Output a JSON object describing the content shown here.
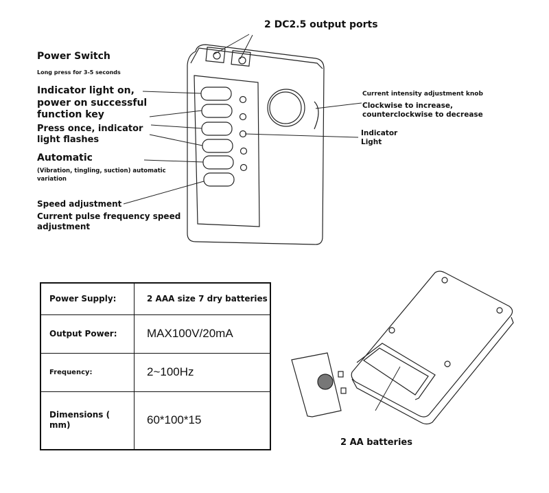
{
  "labels": {
    "ports": "2 DC2.5 output ports",
    "power_switch": "Power Switch",
    "long_press": "Long press for 3-5 seconds",
    "indicator_on_1": "Indicator light on,",
    "indicator_on_2": "power on successful",
    "indicator_on_3": "function key",
    "press_once_1": "Press once, indicator",
    "press_once_2": "light flashes",
    "automatic": "Automatic",
    "auto_desc_1": "(Vibration, tingling, suction) automatic",
    "auto_desc_2": "variation",
    "speed": "Speed adjustment",
    "speed_desc_1": "Current pulse frequency speed",
    "speed_desc_2": "adjustment",
    "knob": "Current intensity adjustment knob",
    "knob_desc_1": "Clockwise to increase,",
    "knob_desc_2": "counterclockwise to decrease",
    "indicator_1": "Indicator",
    "indicator_2": "Light",
    "batteries": "2 AA batteries"
  },
  "specs": [
    {
      "key": "Power Supply:",
      "value": "2 AAA size 7 dry batteries"
    },
    {
      "key": "Output Power:",
      "value": "MAX100V/20mA"
    },
    {
      "key": "Frequency:",
      "value": "2~100Hz"
    },
    {
      "key": "Dimensions ( mm)",
      "value": "60*100*15"
    }
  ]
}
